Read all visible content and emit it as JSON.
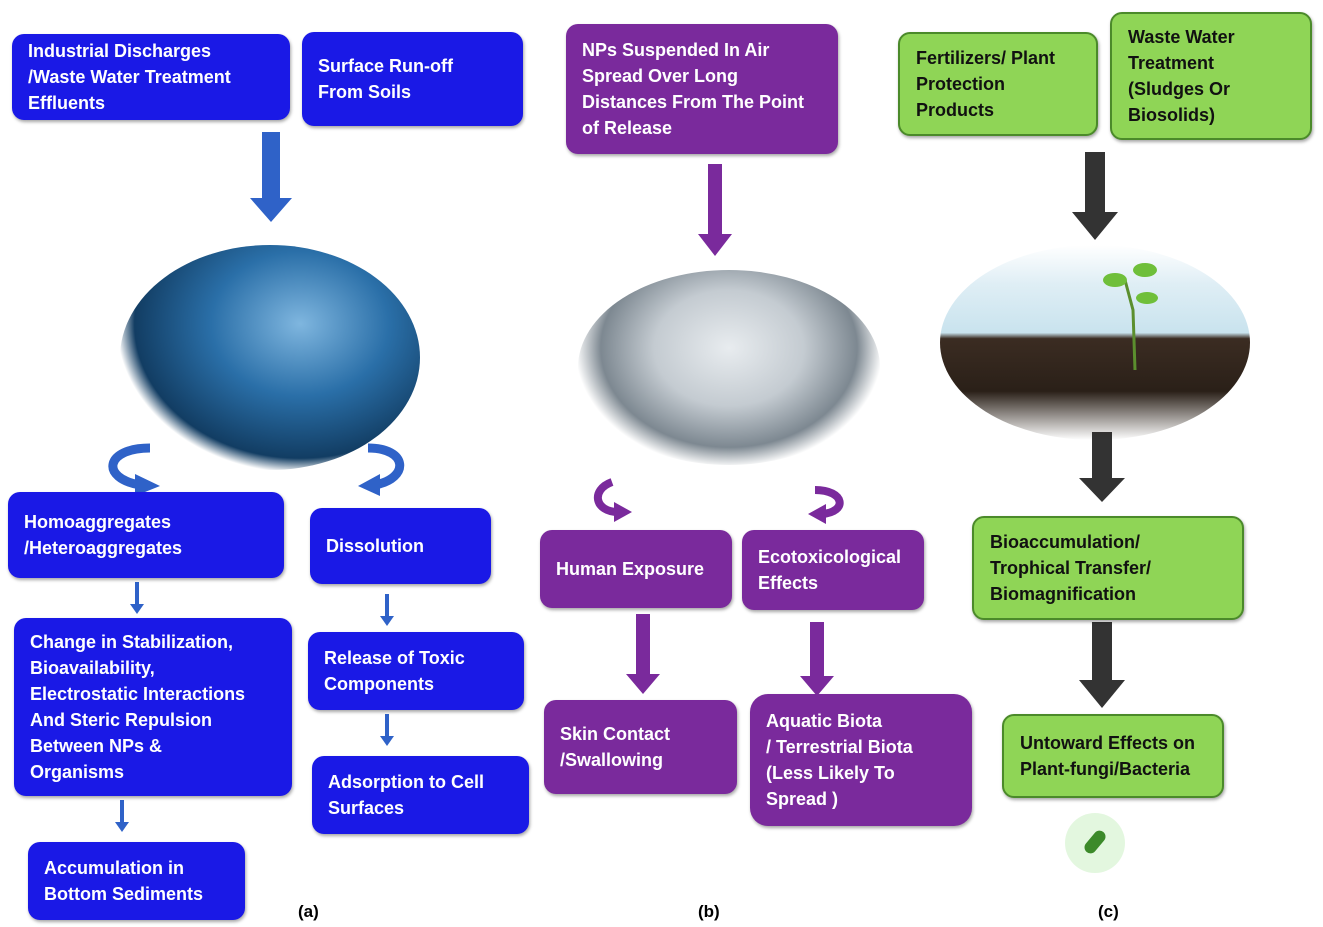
{
  "panel_a": {
    "label": "(a)",
    "source_industrial": "Industrial Discharges\n/Waste Water Treatment\nEffluents",
    "source_runoff": "Surface Run-off\nFrom  Soils",
    "homoaggregates": "Homoaggregates\n/Heteroaggregates",
    "dissolution": "Dissolution",
    "change": "Change in Stabilization,\nBioavailability,\nElectrostatic Interactions\nAnd Steric Repulsion\nBetween NPs &\nOrganisms",
    "release": "Release  of Toxic\nComponents",
    "adsorption": "Adsorption to Cell\nSurfaces",
    "accumulation": "Accumulation  in\nBottom Sediments"
  },
  "panel_b": {
    "label": "(b)",
    "source_air": "NPs Suspended In Air\nSpread Over Long\nDistances From The Point\nof  Release",
    "human": "Human Exposure",
    "eco": "Ecotoxicological\nEffects",
    "skin": "Skin Contact\n/Swallowing",
    "aquatic": "Aquatic Biota\n/ Terrestrial Biota\n(Less Likely To\nSpread )"
  },
  "panel_c": {
    "label": "(c)",
    "source_fert": "Fertilizers/ Plant\nProtection\nProducts",
    "source_waste": "Waste Water\nTreatment\n(Sludges Or\nBiosolids)",
    "bioacc": "Bioaccumulation/\nTrophical Transfer/\nBiomagnification",
    "untoward": "Untoward Effects on\nPlant-fungi/Bacteria"
  },
  "colors": {
    "blue": "#1a19e6",
    "purple": "#7a2a9c",
    "green": "#8fd556",
    "arrow_blue": "#2f62c8",
    "arrow_dark": "#333333"
  }
}
